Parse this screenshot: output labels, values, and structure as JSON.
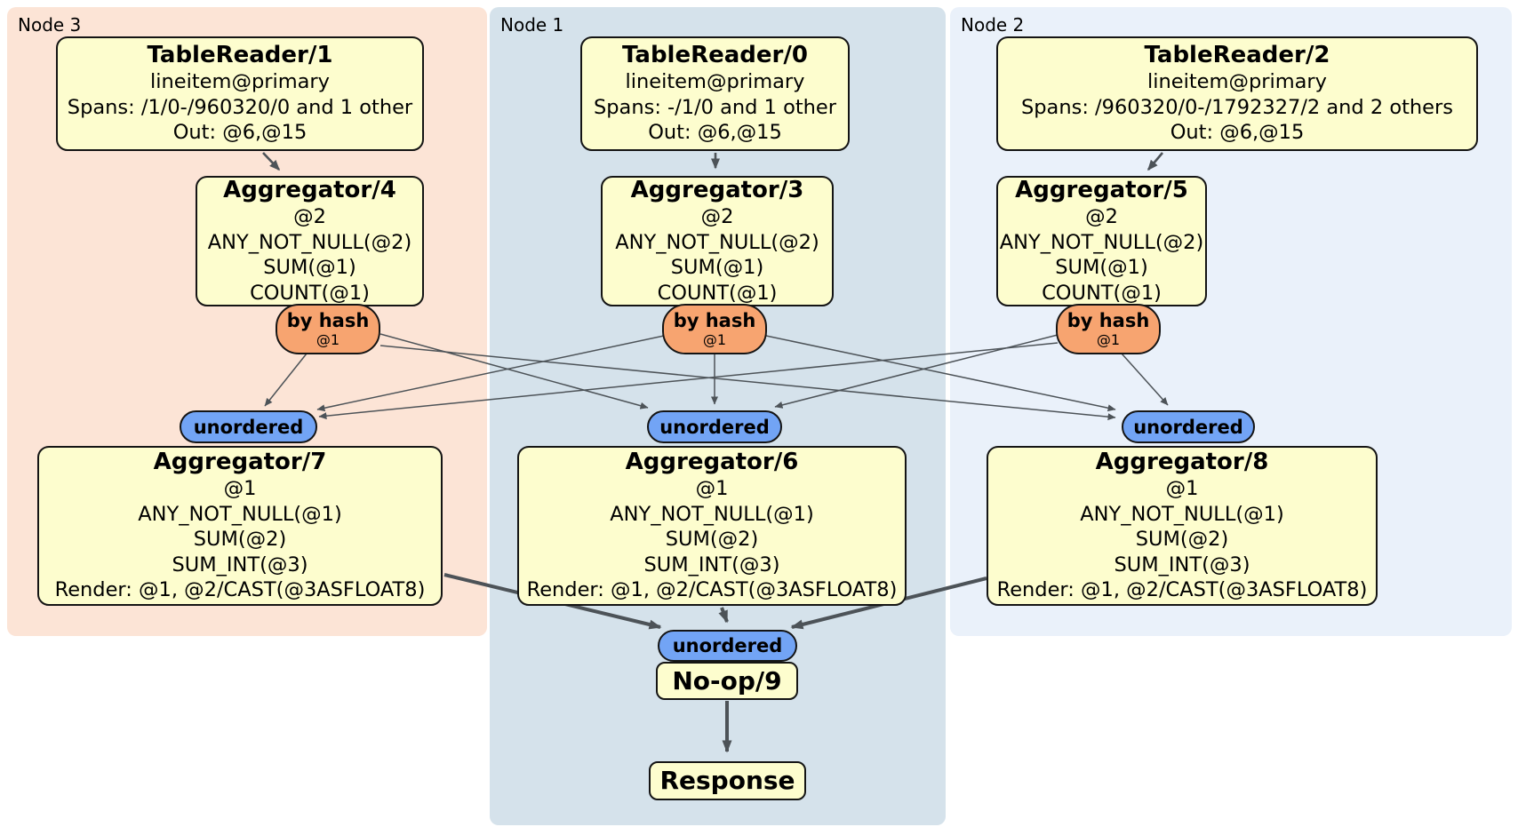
{
  "colors": {
    "node3_bg": "#fce4d6",
    "node1_bg": "#d5e2eb",
    "node2_bg": "#eaf1fa",
    "box_fill": "#fdfdce",
    "box_border": "#141414",
    "router_fill": "#f7a470",
    "sync_fill": "#72a4f5",
    "edge": "#4d5358"
  },
  "regions": [
    {
      "label": "Node 3"
    },
    {
      "label": "Node 1"
    },
    {
      "label": "Node 2"
    }
  ],
  "nodes": {
    "tablereader1": {
      "title": "TableReader/1",
      "lines": [
        "lineitem@primary",
        "Spans: /1/0-/960320/0 and 1 other",
        "Out: @6,@15"
      ]
    },
    "tablereader0": {
      "title": "TableReader/0",
      "lines": [
        "lineitem@primary",
        "Spans: -/1/0 and 1 other",
        "Out: @6,@15"
      ]
    },
    "tablereader2": {
      "title": "TableReader/2",
      "lines": [
        "lineitem@primary",
        "Spans: /960320/0-/1792327/2 and 2 others",
        "Out: @6,@15"
      ]
    },
    "aggregator4": {
      "title": "Aggregator/4",
      "lines": [
        "@2",
        "ANY_NOT_NULL(@2)",
        "SUM(@1)",
        "COUNT(@1)"
      ]
    },
    "aggregator3": {
      "title": "Aggregator/3",
      "lines": [
        "@2",
        "ANY_NOT_NULL(@2)",
        "SUM(@1)",
        "COUNT(@1)"
      ]
    },
    "aggregator5": {
      "title": "Aggregator/5",
      "lines": [
        "@2",
        "ANY_NOT_NULL(@2)",
        "SUM(@1)",
        "COUNT(@1)"
      ]
    },
    "aggregator7": {
      "title": "Aggregator/7",
      "lines": [
        "@1",
        "ANY_NOT_NULL(@1)",
        "SUM(@2)",
        "SUM_INT(@3)",
        "Render: @1, @2/CAST(@3ASFLOAT8)"
      ]
    },
    "aggregator6": {
      "title": "Aggregator/6",
      "lines": [
        "@1",
        "ANY_NOT_NULL(@1)",
        "SUM(@2)",
        "SUM_INT(@3)",
        "Render: @1, @2/CAST(@3ASFLOAT8)"
      ]
    },
    "aggregator8": {
      "title": "Aggregator/8",
      "lines": [
        "@1",
        "ANY_NOT_NULL(@1)",
        "SUM(@2)",
        "SUM_INT(@3)",
        "Render: @1, @2/CAST(@3ASFLOAT8)"
      ]
    },
    "noop": {
      "title": "No-op/9"
    },
    "response": {
      "title": "Response"
    }
  },
  "router": {
    "label": "by hash",
    "sublabel": "@1"
  },
  "sync": {
    "label": "unordered"
  },
  "edges": [
    {
      "from": "tablereader-1",
      "to": "aggregator-4"
    },
    {
      "from": "tablereader-0",
      "to": "aggregator-3"
    },
    {
      "from": "tablereader-2",
      "to": "aggregator-5"
    },
    {
      "from": "router-by-hash-node3",
      "to": "sync-unordered-node3"
    },
    {
      "from": "router-by-hash-node3",
      "to": "sync-unordered-node1"
    },
    {
      "from": "router-by-hash-node3",
      "to": "sync-unordered-node2"
    },
    {
      "from": "router-by-hash-node1",
      "to": "sync-unordered-node3"
    },
    {
      "from": "router-by-hash-node1",
      "to": "sync-unordered-node1"
    },
    {
      "from": "router-by-hash-node1",
      "to": "sync-unordered-node2"
    },
    {
      "from": "router-by-hash-node2",
      "to": "sync-unordered-node3"
    },
    {
      "from": "router-by-hash-node2",
      "to": "sync-unordered-node1"
    },
    {
      "from": "router-by-hash-node2",
      "to": "sync-unordered-node2"
    },
    {
      "from": "aggregator-7",
      "to": "sync-unordered-final"
    },
    {
      "from": "aggregator-6",
      "to": "sync-unordered-final"
    },
    {
      "from": "aggregator-8",
      "to": "sync-unordered-final"
    },
    {
      "from": "noop-9",
      "to": "response"
    }
  ]
}
